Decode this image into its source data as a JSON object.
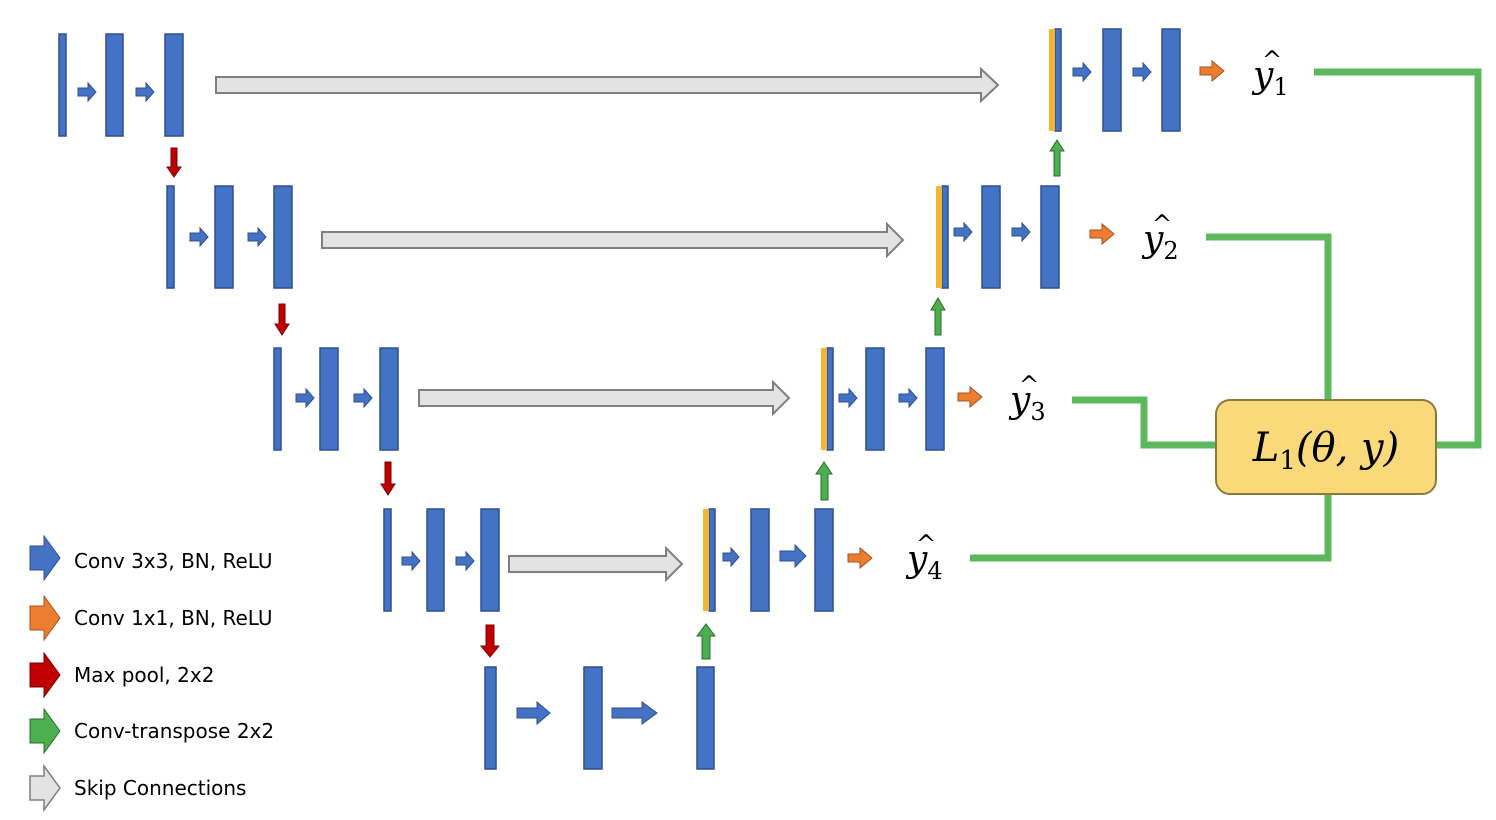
{
  "colors": {
    "conv3x3": "#4472C4",
    "conv1x1": "#ED7D31",
    "maxpool": "#C00000",
    "convtranspose": "#4CAF50",
    "skip_fill": "#E3E3E3",
    "skip_stroke": "#7F7F7F",
    "concat_yellow": "#F2B632",
    "loss_fill": "#FAD97A",
    "loss_stroke": "#8B7A3A",
    "loss_lines": "#5CB85C"
  },
  "outputs": [
    {
      "base": "y",
      "sub": "1"
    },
    {
      "base": "y",
      "sub": "2"
    },
    {
      "base": "y",
      "sub": "3"
    },
    {
      "base": "y",
      "sub": "4"
    }
  ],
  "loss": {
    "prefix": "L",
    "sub": "1",
    "args": "(θ, y)"
  },
  "legend": [
    {
      "label": "Conv 3x3, BN, ReLU",
      "color_key": "conv3x3",
      "icon": "blue-arrow-icon"
    },
    {
      "label": "Conv 1x1, BN, ReLU",
      "color_key": "conv1x1",
      "icon": "orange-arrow-icon"
    },
    {
      "label": "Max pool, 2x2",
      "color_key": "maxpool",
      "icon": "red-arrow-icon"
    },
    {
      "label": "Conv-transpose 2x2",
      "color_key": "convtranspose",
      "icon": "green-arrow-icon"
    },
    {
      "label": "Skip Connections",
      "color_key": "skip_fill",
      "icon": "gray-arrow-icon"
    }
  ]
}
